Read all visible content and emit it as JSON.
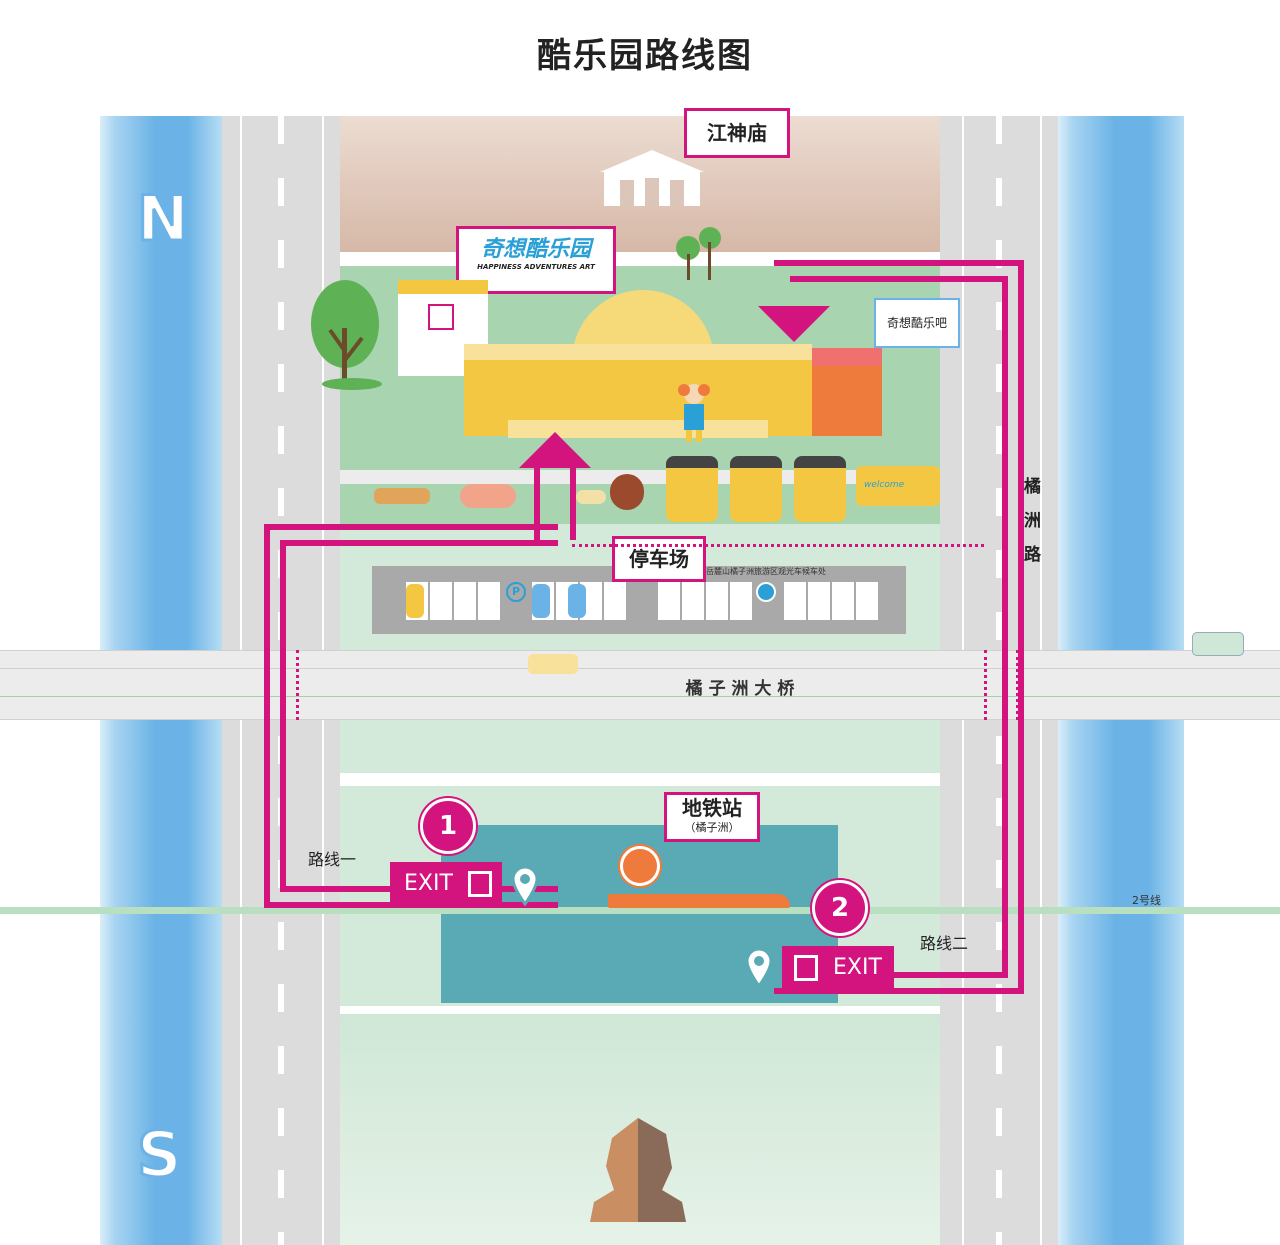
{
  "title": "酷乐园路线图",
  "compass": {
    "north": "N",
    "south": "S"
  },
  "landmarks": {
    "temple": "江神庙",
    "park_logo_cn": "奇想酷乐园",
    "park_logo_en": "HAPPINESS ADVENTURES ART",
    "bar": "奇想酷乐吧",
    "parking": "停车场",
    "bus_stop": "岳麓山橘子洲旅游区观光车候车处",
    "bridge": "橘 子 洲 大 桥",
    "road_right": "橘洲路",
    "metro_station": "地铁站",
    "metro_sub": "（橘子洲）",
    "metro_line": "2号线",
    "bus_welcome": "welcome"
  },
  "routes": [
    {
      "number": "1",
      "label": "路线一",
      "exit": "EXIT"
    },
    {
      "number": "2",
      "label": "路线二",
      "exit": "EXIT"
    }
  ],
  "icons": [
    "temple-icon",
    "tree-icon",
    "clown-icon",
    "car-icon",
    "bus-icon",
    "metro-train-icon",
    "location-pin-icon",
    "exit-door-icon",
    "statue-icon",
    "parking-icon"
  ],
  "colors": {
    "route": "#d3147e",
    "river": "#6bb3e6",
    "grass": "#a8d5b0",
    "metro": "#5aaab6",
    "temple_bg": "#dfc5b6"
  }
}
